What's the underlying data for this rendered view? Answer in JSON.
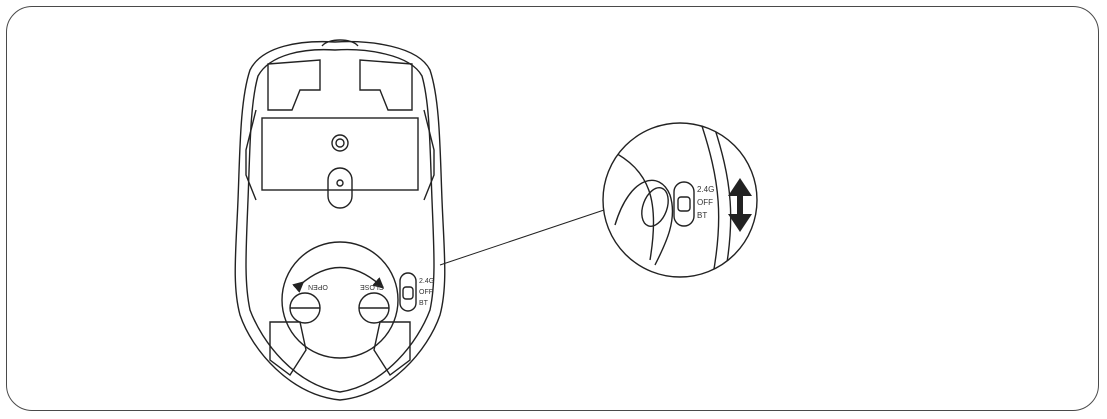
{
  "switch_labels": {
    "top": "2.4G",
    "mid": "OFF",
    "bottom": "BT"
  },
  "zoom_switch_labels": {
    "top": "2.4G",
    "mid": "OFF",
    "bottom": "BT"
  },
  "battery_cover": {
    "left_label": "OPEN",
    "right_label": "CLOSE"
  },
  "colors": {
    "line": "#222222",
    "frame": "#4a4a4a",
    "background": "#ffffff"
  }
}
